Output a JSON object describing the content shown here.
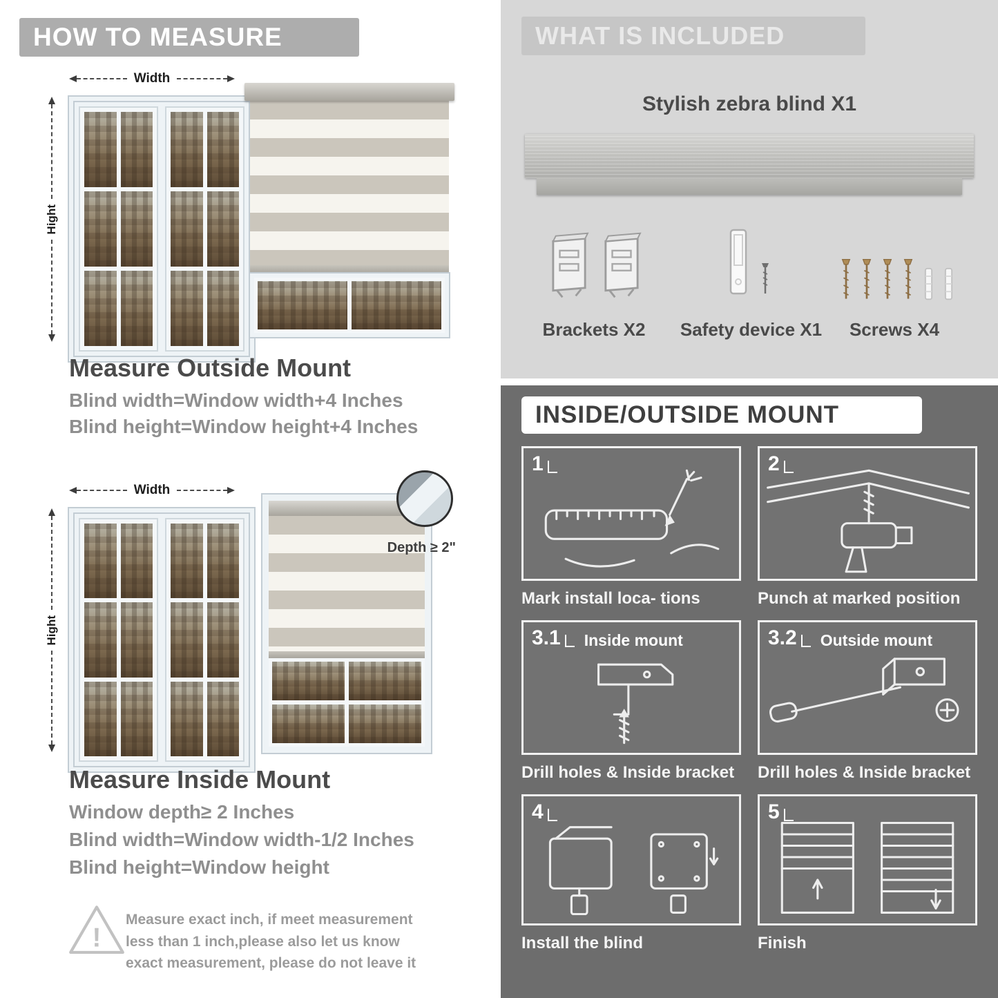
{
  "colors": {
    "banner_gray": "#adadad",
    "included_bg": "#d7d7d7",
    "mount_bg": "#6d6d6d",
    "heading": "#4b4b4b",
    "body_text": "#8f8f8f"
  },
  "left": {
    "banner": "HOW TO MEASURE",
    "outside": {
      "width_label": "Width",
      "height_label": "Hight",
      "title": "Measure Outside Mount",
      "line1": "Blind width=Window width+4 Inches",
      "line2": "Blind height=Window height+4 Inches"
    },
    "inside": {
      "width_label": "Width",
      "height_label": "Hight",
      "depth_label": "Depth ≥ 2\"",
      "title": "Measure Inside Mount",
      "line1": "Window depth≥ 2 Inches",
      "line2": "Blind width=Window width-1/2 Inches",
      "line3": "Blind height=Window height"
    },
    "warning": {
      "mark": "!",
      "text": "Measure exact inch, if meet measurement less than 1 inch,please also let us know exact measurement, please do not leave it"
    }
  },
  "right": {
    "included": {
      "banner": "WHAT IS INCLUDED",
      "product": "Stylish zebra blind X1",
      "items": [
        {
          "label": "Brackets X2"
        },
        {
          "label": "Safety device X1"
        },
        {
          "label": "Screws X4"
        }
      ]
    },
    "mount": {
      "banner": "INSIDE/OUTSIDE MOUNT",
      "steps": [
        {
          "num": "1",
          "caption": "Mark install loca- tions"
        },
        {
          "num": "2",
          "caption": "Punch at  marked position"
        },
        {
          "num": "3.1",
          "title": "Inside mount",
          "caption": "Drill holes &  Inside bracket"
        },
        {
          "num": "3.2",
          "title": "Outside mount",
          "caption": "Drill holes &  Inside bracket"
        },
        {
          "num": "4",
          "caption": "Install the blind"
        },
        {
          "num": "5",
          "caption": "Finish"
        }
      ]
    }
  }
}
